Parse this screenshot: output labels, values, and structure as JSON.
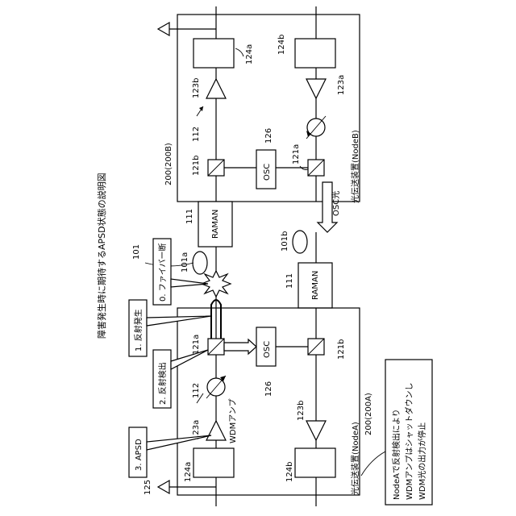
{
  "title": "障害発生時に期待するAPSD状態の説明図",
  "node_b": {
    "id": "200(200B)",
    "caption": "光伝送装置(NodeB)",
    "osc": "OSC",
    "osc_ref": "126",
    "coupler_left": "121b",
    "coupler_right": "121a",
    "arrow_ref": "112",
    "amp_left": "123b",
    "amp_right": "123a",
    "box_left": "124a",
    "box_right": "124b",
    "osc_light": "OSC光"
  },
  "node_a": {
    "id": "200(200A)",
    "caption": "光伝送装置(NodeA)",
    "osc": "OSC",
    "osc_ref": "126",
    "coupler_left": "121a",
    "coupler_right": "121b",
    "arrow_ref": "112",
    "amp_left": "123a",
    "amp_right": "123b",
    "box_left": "124a",
    "box_right": "124b",
    "wdm_amp": "WDMアンプ"
  },
  "raman_top": "RAMAN",
  "raman_bottom": "RAMAN",
  "raman_ref_top": "111",
  "raman_ref_bottom": "111",
  "fiber_ref": "101",
  "fiber_a": "101a",
  "fiber_b": "101b",
  "antenna_ref": "125",
  "steps": {
    "s0": "0. ファイバー断",
    "s1": "1. 反射発生",
    "s2": "2. 反射検出",
    "s3": "3. APSD"
  },
  "note_lines": [
    "NodeAで反射検出により",
    "WDMアンプはシャットダウンし",
    "WDM光の出力が停止"
  ]
}
